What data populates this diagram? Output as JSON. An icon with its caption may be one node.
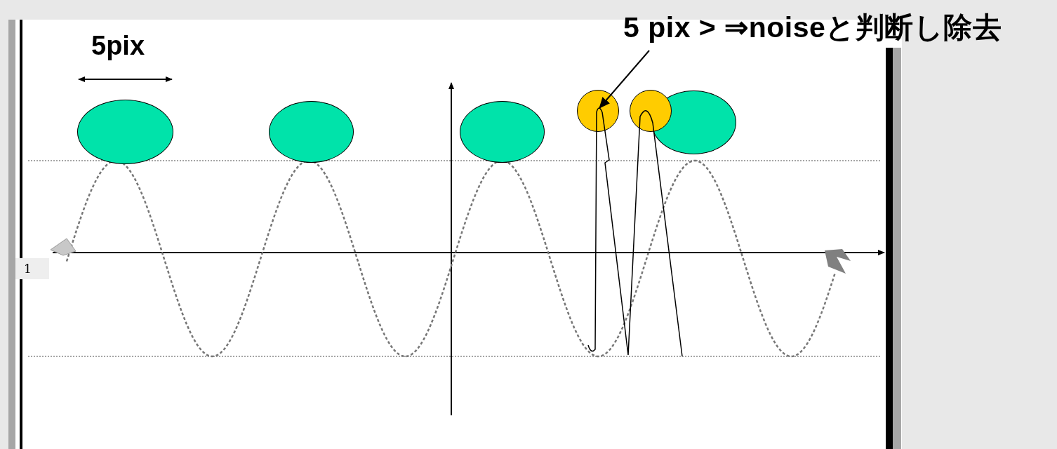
{
  "diagram": {
    "nodes": [
      {
        "text": [
          "5 pix >  ⇒noiseと判断し除去"
        ]
      },
      {
        "text": [],
        "shape": "ellipse"
      },
      {
        "text": [],
        "shape": "ellipse"
      },
      {
        "text": [],
        "shape": "ellipse"
      },
      {
        "text": [],
        "shape": "circle"
      },
      {
        "text": [],
        "shape": "circle"
      },
      {
        "text": [],
        "shape": "ellipse"
      }
    ],
    "edges": [
      {
        "from": 0,
        "to": 4,
        "arrow": "to"
      }
    ],
    "labels": [
      "5pix",
      "1"
    ]
  }
}
